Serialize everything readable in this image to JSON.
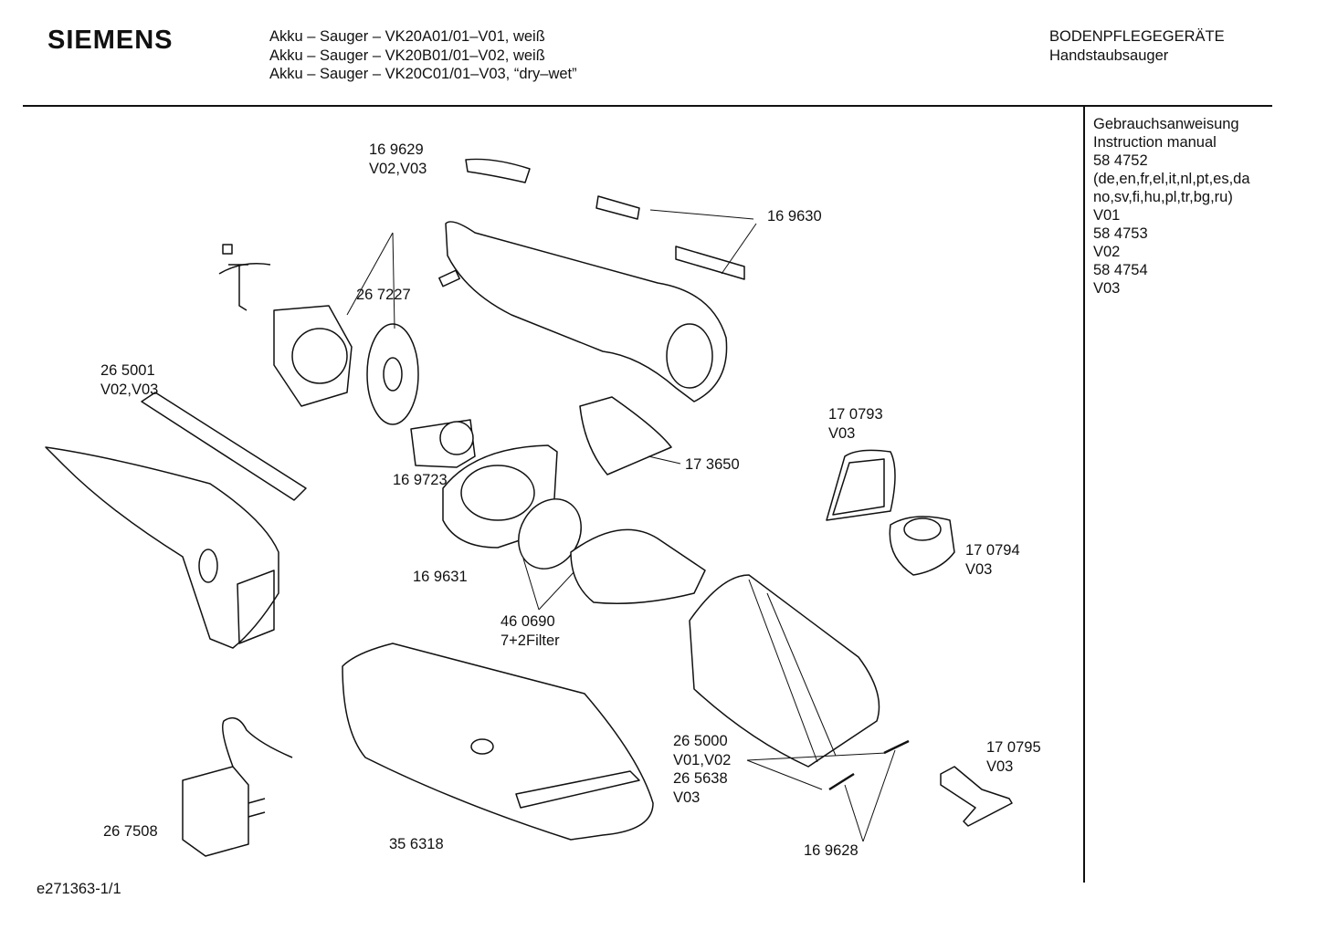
{
  "header": {
    "brand": "SIEMENS",
    "models": [
      "Akku – Sauger – VK20A01/01–V01, weiß",
      "Akku – Sauger – VK20B01/01–V02, weiß",
      "Akku – Sauger – VK20C01/01–V03, “dry–wet”"
    ],
    "category": "BODENPFLEGEGERÄTE",
    "subcategory": "Handstaubsauger"
  },
  "sidebar": {
    "lines": [
      "Gebrauchsanweisung",
      "Instruction manual",
      "58 4752",
      "(de,en,fr,el,it,nl,pt,es,da",
      "no,sv,fi,hu,pl,tr,bg,ru)",
      "V01",
      "58 4753",
      "V02",
      "58 4754",
      "V03"
    ]
  },
  "parts": [
    {
      "lines": [
        "16 9629",
        "V02,V03"
      ]
    },
    {
      "lines": [
        "16 9630"
      ]
    },
    {
      "lines": [
        "26 7227"
      ]
    },
    {
      "lines": [
        "26 5001",
        "V02,V03"
      ]
    },
    {
      "lines": [
        "16 9723"
      ]
    },
    {
      "lines": [
        "17 3650"
      ]
    },
    {
      "lines": [
        "17 0793",
        "V03"
      ]
    },
    {
      "lines": [
        "17 0794",
        "V03"
      ]
    },
    {
      "lines": [
        "16 9631"
      ]
    },
    {
      "lines": [
        "46 0690",
        "7+2Filter"
      ]
    },
    {
      "lines": [
        "26 5000",
        "V01,V02",
        "26 5638",
        "V03"
      ]
    },
    {
      "lines": [
        "17 0795",
        "V03"
      ]
    },
    {
      "lines": [
        "26 7508"
      ]
    },
    {
      "lines": [
        "35 6318"
      ]
    },
    {
      "lines": [
        "16 9628"
      ]
    }
  ],
  "footer": {
    "doc_id": "e271363-1/1"
  }
}
